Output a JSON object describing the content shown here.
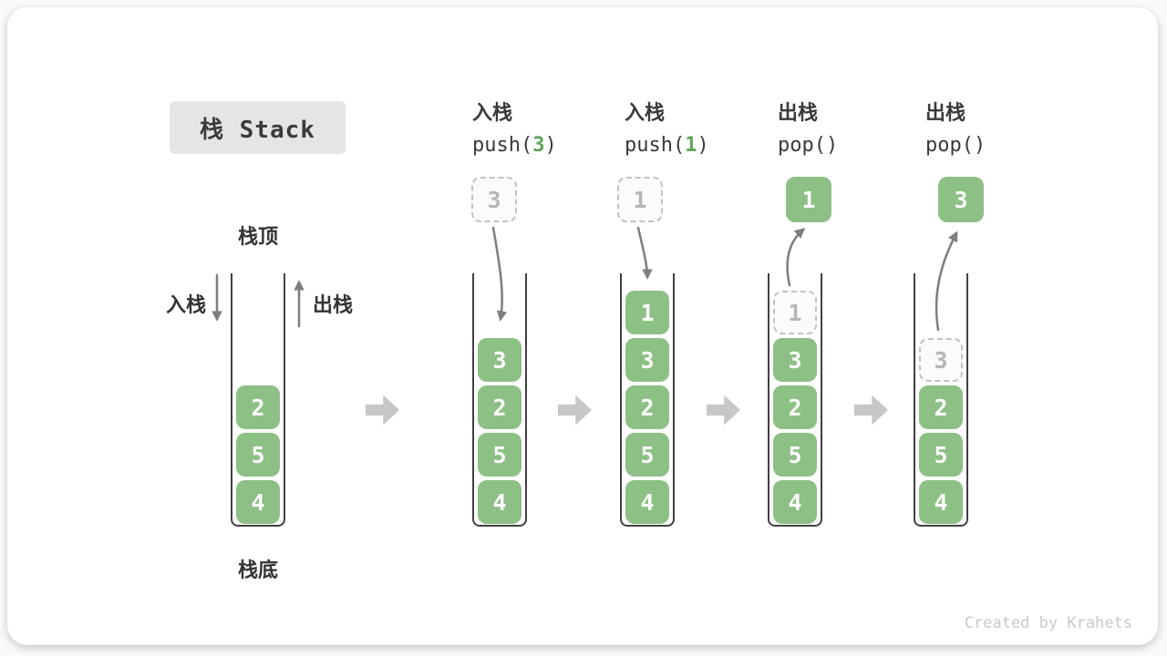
{
  "title": {
    "label": "栈 Stack"
  },
  "annotations": {
    "stack_top": "栈顶",
    "stack_bottom": "栈底",
    "push_side": "入栈",
    "pop_side": "出栈"
  },
  "operations": [
    {
      "name": "入栈",
      "code_pre": "push(",
      "arg": "3",
      "code_post": ")"
    },
    {
      "name": "入栈",
      "code_pre": "push(",
      "arg": "1",
      "code_post": ")"
    },
    {
      "name": "出栈",
      "code_pre": "pop(",
      "arg": "",
      "code_post": ")"
    },
    {
      "name": "出栈",
      "code_pre": "pop(",
      "arg": "",
      "code_post": ")"
    }
  ],
  "stacks": [
    {
      "cells": [
        "2",
        "5",
        "4"
      ]
    },
    {
      "float": "3",
      "cells": [
        "3",
        "2",
        "5",
        "4"
      ]
    },
    {
      "float": "1",
      "cells": [
        "1",
        "3",
        "2",
        "5",
        "4"
      ]
    },
    {
      "float": "1",
      "ghost": "1",
      "cells": [
        "3",
        "2",
        "5",
        "4"
      ]
    },
    {
      "float": "3",
      "ghost": "3",
      "cells": [
        "2",
        "5",
        "4"
      ]
    }
  ],
  "watermark": "Created by Krahets",
  "colors": {
    "cell_green": "#8CC084",
    "code_arg_green": "#5FA357",
    "thin_arrow_gray": "#838383",
    "block_arrow_gray": "#C7C7C7",
    "ghost_gray": "#C2C2C2",
    "title_bg": "#E5E5E5"
  }
}
